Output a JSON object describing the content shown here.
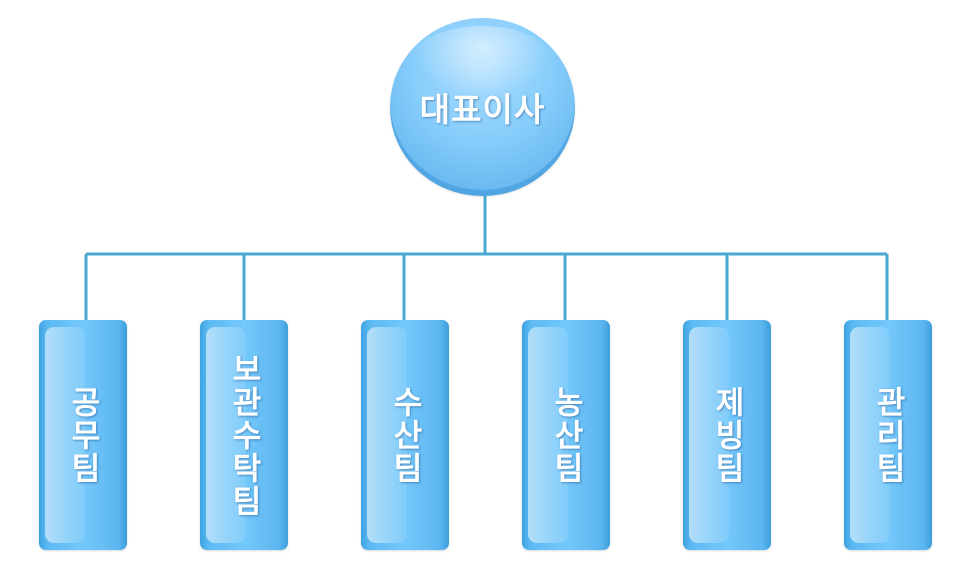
{
  "root": {
    "label": "대표이사"
  },
  "teams": [
    {
      "label": "공무팀"
    },
    {
      "label": "보관수탁팀"
    },
    {
      "label": "수산팀"
    },
    {
      "label": "농산팀"
    },
    {
      "label": "제빙팀"
    },
    {
      "label": "관리팀"
    }
  ],
  "colors": {
    "connector": "#4aa9d4",
    "node_fill": "#7cc7f8",
    "text": "#ffffff"
  }
}
